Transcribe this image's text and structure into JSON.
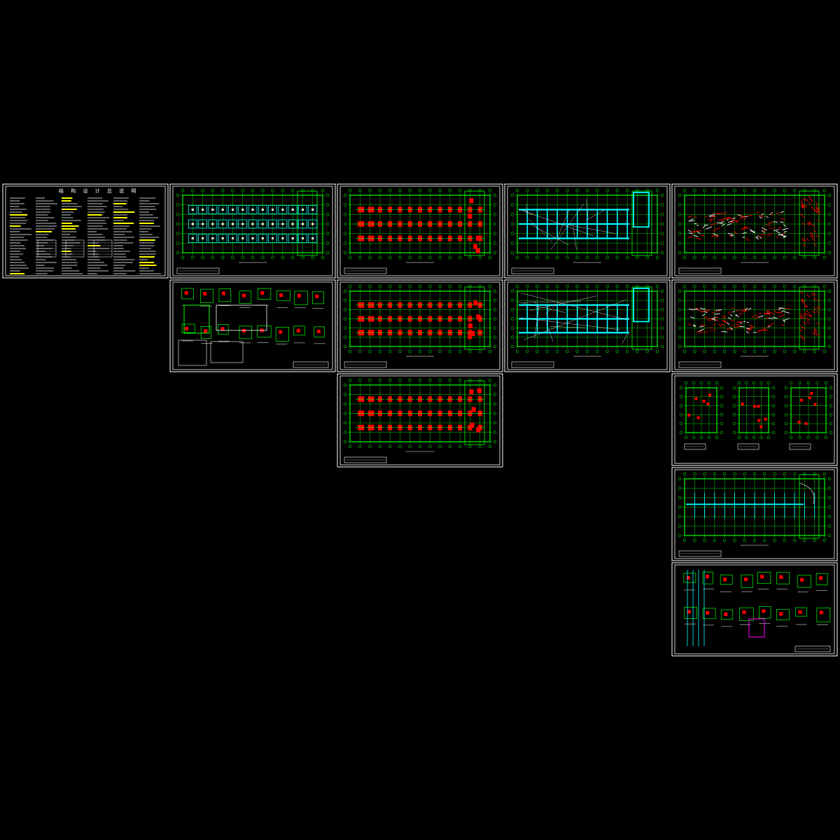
{
  "drawing": {
    "background": "#000000",
    "colors": {
      "frame": "#ffffff",
      "grid": "#00ff00",
      "axis_bubble": "#00ff00",
      "column": "#ff0000",
      "beam": "#00ffff",
      "note_highlight": "#ffff00",
      "text": "#ffffff",
      "title_block": "#ff00ff"
    },
    "sheet_types": [
      "general-notes",
      "foundation-plan",
      "foundation-details",
      "column-layout-plan",
      "beam-layout-plan",
      "slab-reinforcement-plan",
      "partial-plans",
      "roof-beam-plan",
      "node-details"
    ],
    "notes_title": "结 构 设 计 总 说 明"
  }
}
